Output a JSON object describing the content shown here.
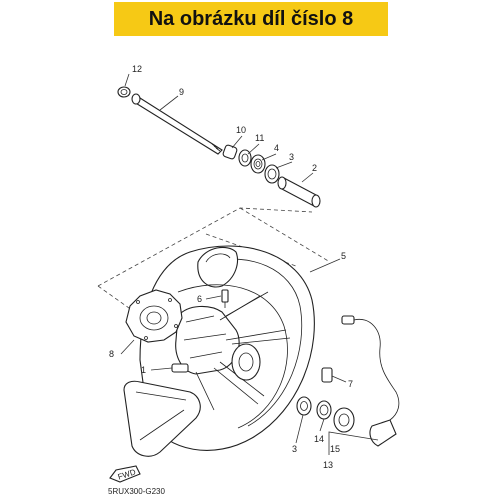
{
  "banner": {
    "text": "Na obrázku díl číslo 8",
    "bg_color": "#f6c915"
  },
  "callouts": {
    "c1": "1",
    "c2": "2",
    "c3a": "3",
    "c3b": "3",
    "c4": "4",
    "c5": "5",
    "c6": "6",
    "c7": "7",
    "c8": "8",
    "c9": "9",
    "c10": "10",
    "c11": "11",
    "c12": "12",
    "c13": "13",
    "c14": "14",
    "c15": "15"
  },
  "fwd_label": "FWD",
  "diagram_code": "5RUX300-G230"
}
